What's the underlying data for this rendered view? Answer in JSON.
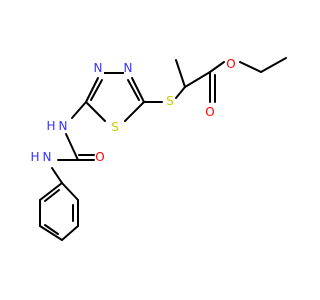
{
  "colors": {
    "bond": "#000000",
    "N": "#3333ff",
    "O": "#ff0000",
    "S": "#cccc00"
  },
  "molecule": {
    "atoms": {
      "o_ester": "O",
      "o_carbonyl_ester": "O",
      "s_thioether": "S",
      "n_ring_left": "N",
      "n_ring_right": "N",
      "s_ring": "S",
      "nh_left": "H",
      "nh_left_n": "N",
      "o_urea": "O",
      "nh_urea": "H",
      "nh_urea_n": "N"
    }
  }
}
